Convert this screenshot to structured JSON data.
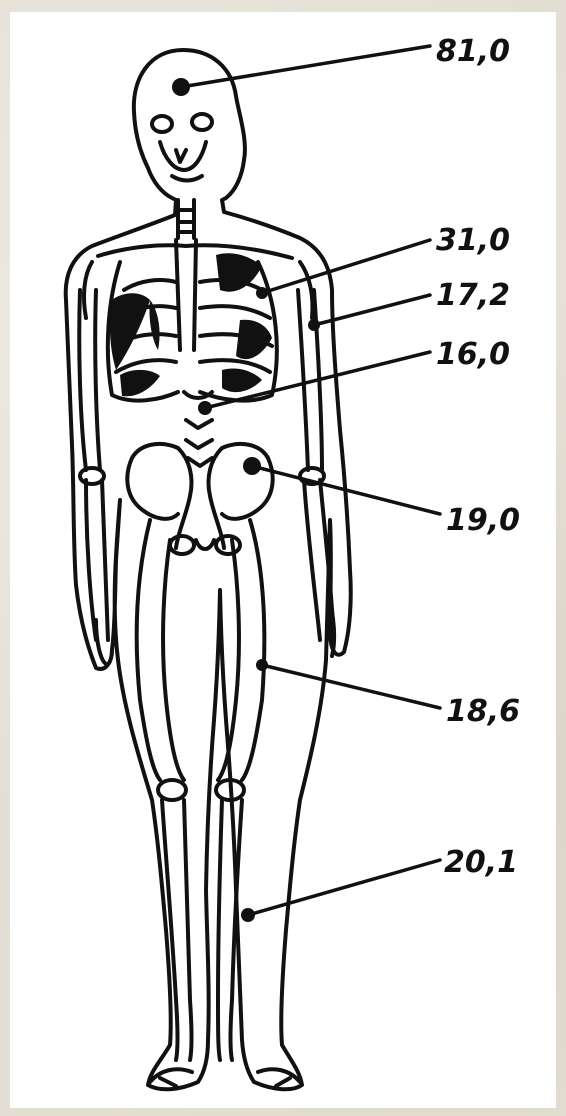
{
  "figure": {
    "title": "",
    "values": [
      {
        "id": "head",
        "label": "81,0"
      },
      {
        "id": "thorax",
        "label": "31,0"
      },
      {
        "id": "arm",
        "label": "17,2"
      },
      {
        "id": "spine",
        "label": "16,0"
      },
      {
        "id": "pelvis",
        "label": "19,0"
      },
      {
        "id": "thigh",
        "label": "18,6"
      },
      {
        "id": "shin",
        "label": "20,1"
      }
    ]
  },
  "colors": {
    "background": "#e4dfd4",
    "paper": "#ffffff",
    "ink": "#111111"
  }
}
